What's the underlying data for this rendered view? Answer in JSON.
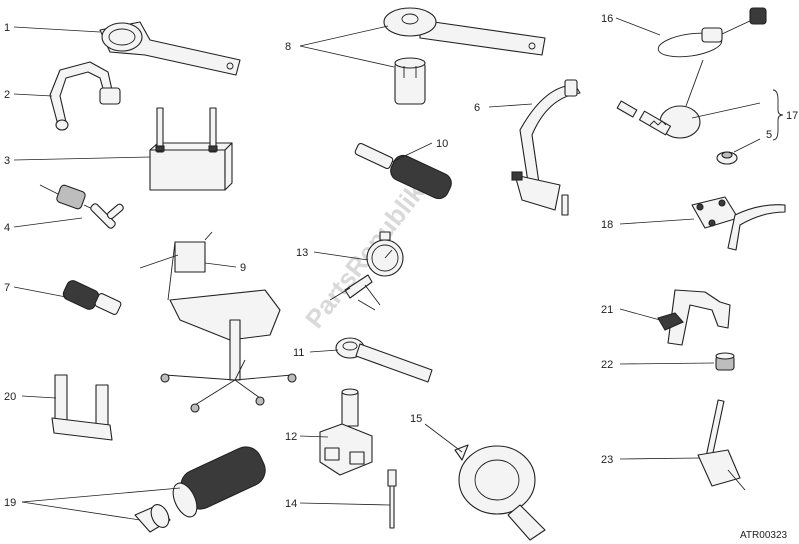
{
  "callouts": [
    "1",
    "2",
    "3",
    "4",
    "5",
    "6",
    "7",
    "8",
    "9",
    "10",
    "11",
    "12",
    "13",
    "14",
    "15",
    "16",
    "17",
    "18",
    "19",
    "20",
    "21",
    "22",
    "23"
  ],
  "watermark": "PartsRepublik",
  "drawing_code": "ATR00323"
}
